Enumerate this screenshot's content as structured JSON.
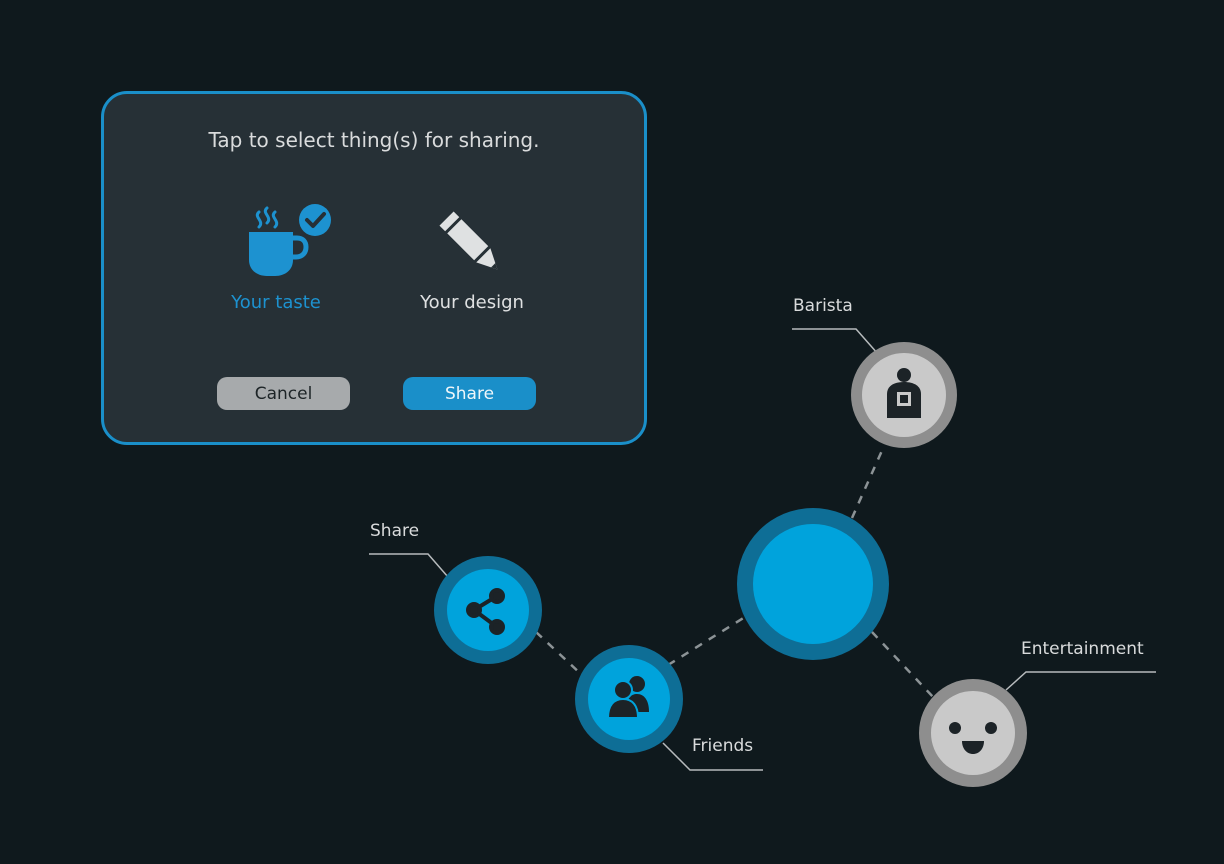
{
  "dialog": {
    "title": "Tap to select thing(s) for sharing.",
    "options": [
      {
        "label": "Your taste",
        "icon": "coffee-cup-icon",
        "selected": true
      },
      {
        "label": "Your design",
        "icon": "pencil-icon",
        "selected": false
      }
    ],
    "cancel_label": "Cancel",
    "share_label": "Share"
  },
  "graph": {
    "nodes": [
      {
        "label": "Barista",
        "icon": "barista-icon"
      },
      {
        "label": "Share",
        "icon": "share-icon"
      },
      {
        "label": "Friends",
        "icon": "friends-icon"
      },
      {
        "label": "Entertainment",
        "icon": "smiley-icon"
      },
      {
        "label": "",
        "icon": "center-node"
      }
    ]
  },
  "colors": {
    "background": "#0f191d",
    "dialog_background": "#263036",
    "accent": "#1a8fc9",
    "node_fill": "#00a3dc",
    "node_ring": "#0e6e96",
    "gray_node": "#c9c9c9",
    "gray_ring": "#8e8e8e"
  }
}
